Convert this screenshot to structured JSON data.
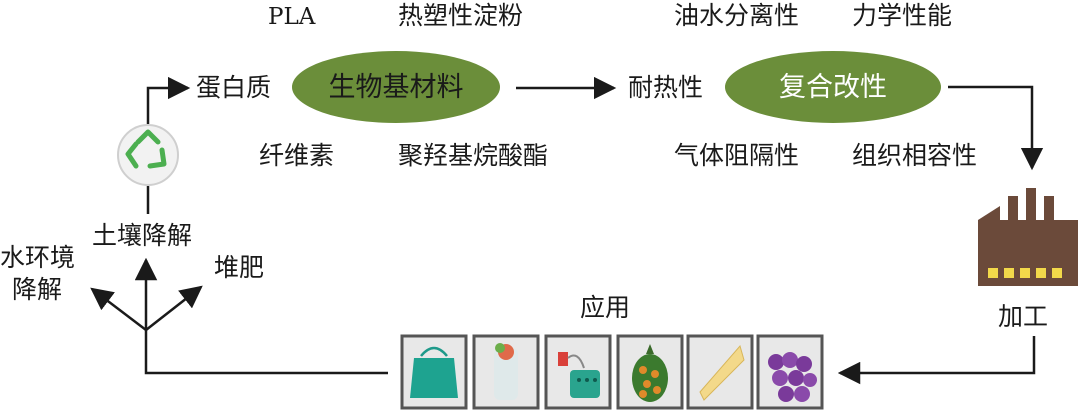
{
  "top_labels": {
    "pla": "PLA",
    "thermoplastic_starch": "热塑性淀粉",
    "oil_water_separation": "油水分离性",
    "mechanical_property": "力学性能"
  },
  "left_cluster": {
    "protein": "蛋白质",
    "cellulose": "纤维素",
    "polyhydroxyalkanoate": "聚羟基烷酸酯"
  },
  "right_cluster": {
    "heat_resistance": "耐热性",
    "gas_barrier": "气体阻隔性",
    "compatibility": "组织相容性"
  },
  "nodes": {
    "bio_material": "生物基材料",
    "composite_modification": "复合改性"
  },
  "process": {
    "processing": "加工",
    "application": "应用"
  },
  "degradation": {
    "soil": "土壤降解",
    "water_line1": "水环境",
    "water_line2": "降解",
    "compost": "堆肥"
  },
  "colors": {
    "ellipse_fill": "#6b8e3a",
    "factory_fill": "#6b4a3a",
    "window_fill": "#f2d94a",
    "recycle_green": "#4caf50"
  },
  "icons": {
    "recycle": "recycle-icon",
    "factory": "factory-icon",
    "products": [
      "shopping-bag-icon",
      "wrap-food-icon",
      "medical-device-icon",
      "net-bag-fruit-icon",
      "cheese-film-icon",
      "grape-tray-icon"
    ]
  }
}
